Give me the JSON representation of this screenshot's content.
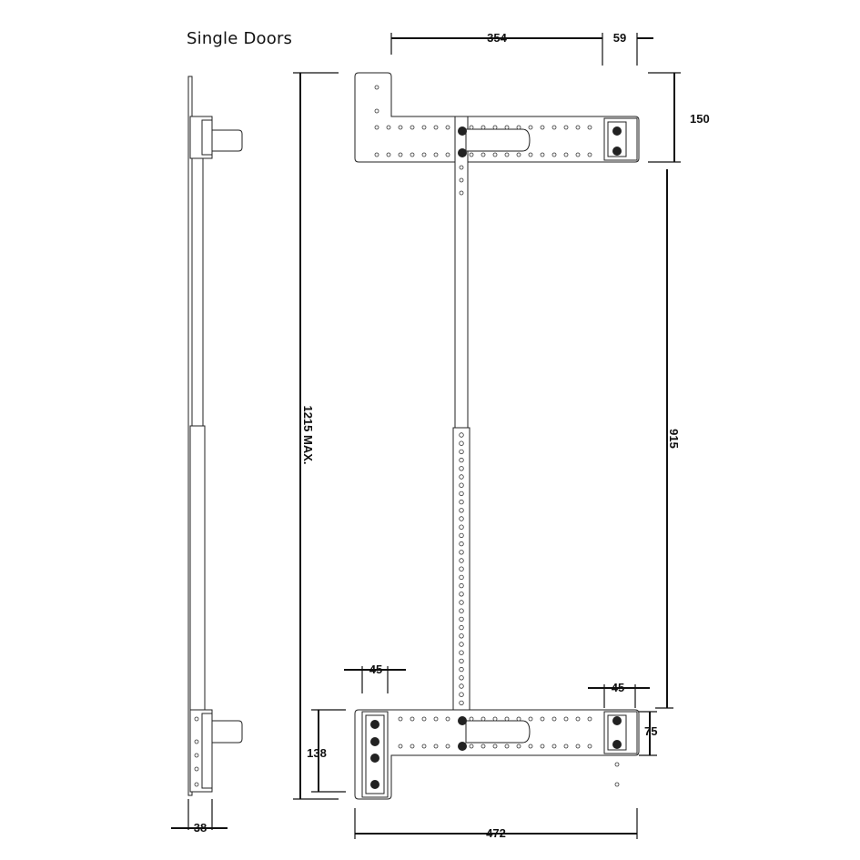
{
  "title": "Single Doors",
  "dimensions": {
    "top_width": "354",
    "top_offset": "59",
    "top_height": "150",
    "vertical_travel": "915",
    "overall_height": "1215 MAX.",
    "left_flange": "45",
    "right_flange": "45",
    "right_height": "75",
    "left_height": "138",
    "side_depth": "38",
    "overall_width": "472"
  }
}
